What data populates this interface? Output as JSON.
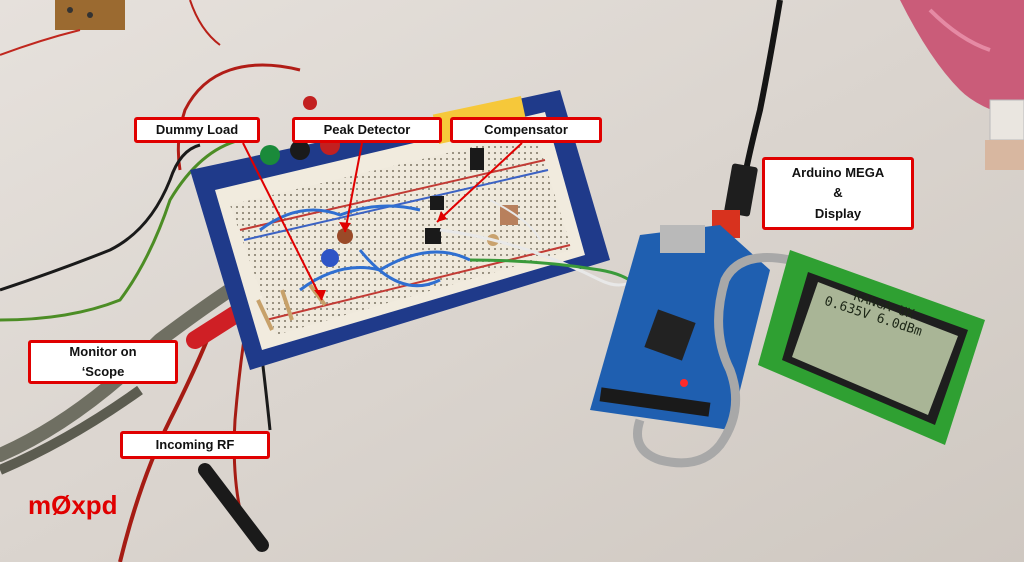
{
  "annotations": {
    "dummy_load": "Dummy Load",
    "peak_detector": "Peak Detector",
    "compensator": "Compensator",
    "arduino_display": "Arduino MEGA\n&\nDisplay",
    "monitor_scope": "Monitor on\n‘Scope",
    "incoming_rf": "Incoming RF"
  },
  "watermark": "mØxpd",
  "lcd": {
    "line1": "KANGA-UK",
    "line2": "0.635V  6.0dBm"
  },
  "colors": {
    "callout_border": "#e00000",
    "breadboard_frame": "#1f3a8a",
    "arduino_board": "#1f5fb0",
    "lcd_pcb": "#2fa032",
    "lcd_screen": "#a9b596"
  }
}
